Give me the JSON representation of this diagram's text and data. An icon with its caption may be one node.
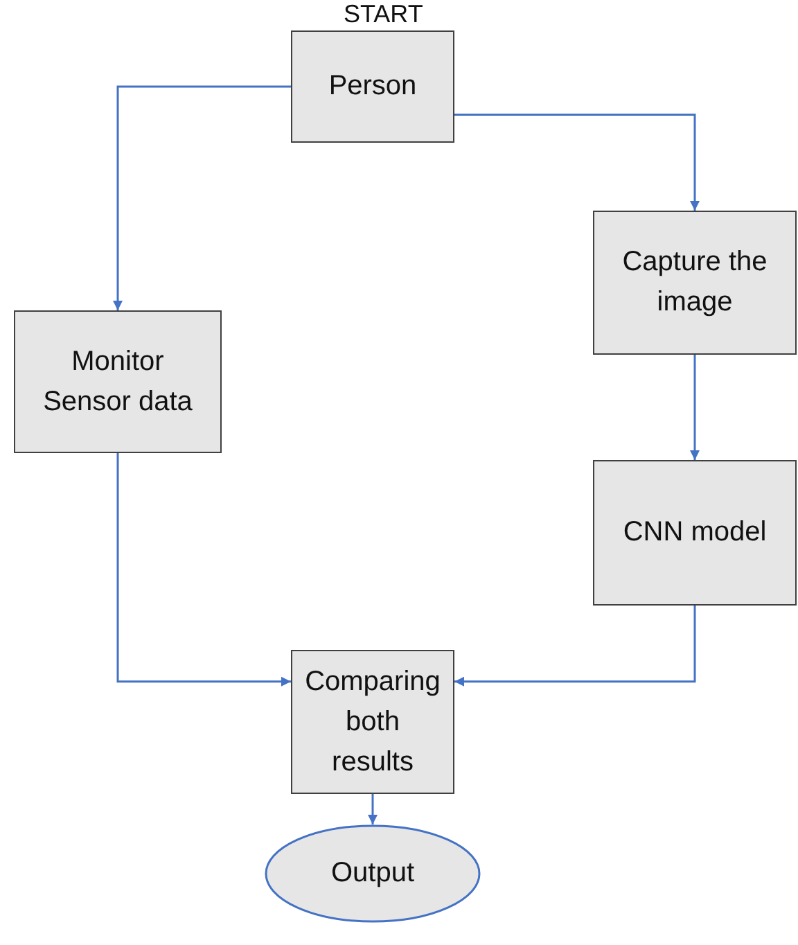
{
  "diagram": {
    "nodes": [
      {
        "text": [
          "Person"
        ],
        "beside": [
          "START"
        ]
      },
      {
        "text": [
          "Monitor Sensor data"
        ]
      },
      {
        "text": [
          "Capture the image"
        ]
      },
      {
        "text": [
          "CNN model"
        ]
      },
      {
        "text": [
          "Comparing both results"
        ]
      },
      {
        "text": [
          "Output"
        ]
      }
    ],
    "edges": [
      {
        "from": 0,
        "to": 1,
        "arrow": "to"
      },
      {
        "from": 0,
        "to": 2,
        "arrow": "to"
      },
      {
        "from": 2,
        "to": 3,
        "arrow": "to"
      },
      {
        "from": 1,
        "to": 4,
        "arrow": "to"
      },
      {
        "from": 3,
        "to": 4,
        "arrow": "to"
      },
      {
        "from": 4,
        "to": 5,
        "arrow": "to"
      }
    ]
  }
}
